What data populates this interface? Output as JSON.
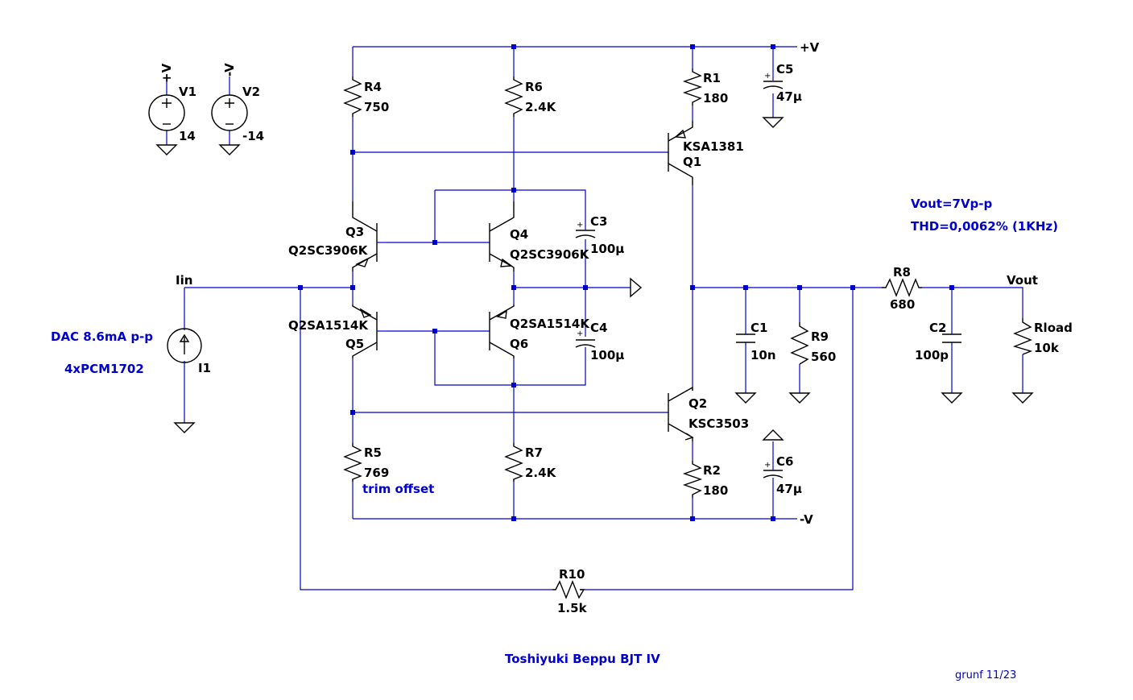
{
  "labels": {
    "R4": "R4",
    "R4v": "750",
    "R6": "R6",
    "R6v": "2.4K",
    "R1": "R1",
    "R1v": "180",
    "C5": "C5",
    "C5v": "47µ",
    "V1": "V1",
    "V1v": "14",
    "V1n": "+V",
    "V2": "V2",
    "V2v": "-14",
    "V2n": "-V",
    "Q1": "Q1",
    "Q1m": "KSA1381",
    "Q3": "Q3",
    "Q3m": "Q2SC3906K",
    "Q4": "Q4",
    "Q4m": "Q2SC3906K",
    "C3": "C3",
    "C3v": "100µ",
    "Iin": "Iin",
    "Q5": "Q5",
    "Q5m": "Q2SA1514K",
    "Q6": "Q6",
    "Q6m": "Q2SA1514K",
    "C4": "C4",
    "C4v": "100µ",
    "I1": "I1",
    "C1": "C1",
    "C1v": "10n",
    "R9": "R9",
    "R9v": "560",
    "R8": "R8",
    "R8v": "680",
    "C2": "C2",
    "C2v": "100p",
    "Rload": "Rload",
    "Rloadv": "10k",
    "Vout": "Vout",
    "Q2": "Q2",
    "Q2m": "KSC3503",
    "R5": "R5",
    "R5v": "769",
    "R5note": "trim offset",
    "R7": "R7",
    "R7v": "2.4K",
    "R2": "R2",
    "R2v": "180",
    "C6": "C6",
    "C6v": "47µ",
    "R10": "R10",
    "R10v": "1.5k",
    "posRail": "+V",
    "negRail": "-V"
  },
  "notes": {
    "vout": "Vout=7Vp-p",
    "thd": "THD=0,0062% (1KHz)",
    "dac1": "DAC  8.6mA p-p",
    "dac2": "4xPCM1702",
    "title": "Toshiyuki Beppu BJT IV",
    "credit": "grunf 11/23"
  },
  "colors": {
    "wire": "#0000cc",
    "component": "#000000",
    "note": "#0000cc"
  }
}
